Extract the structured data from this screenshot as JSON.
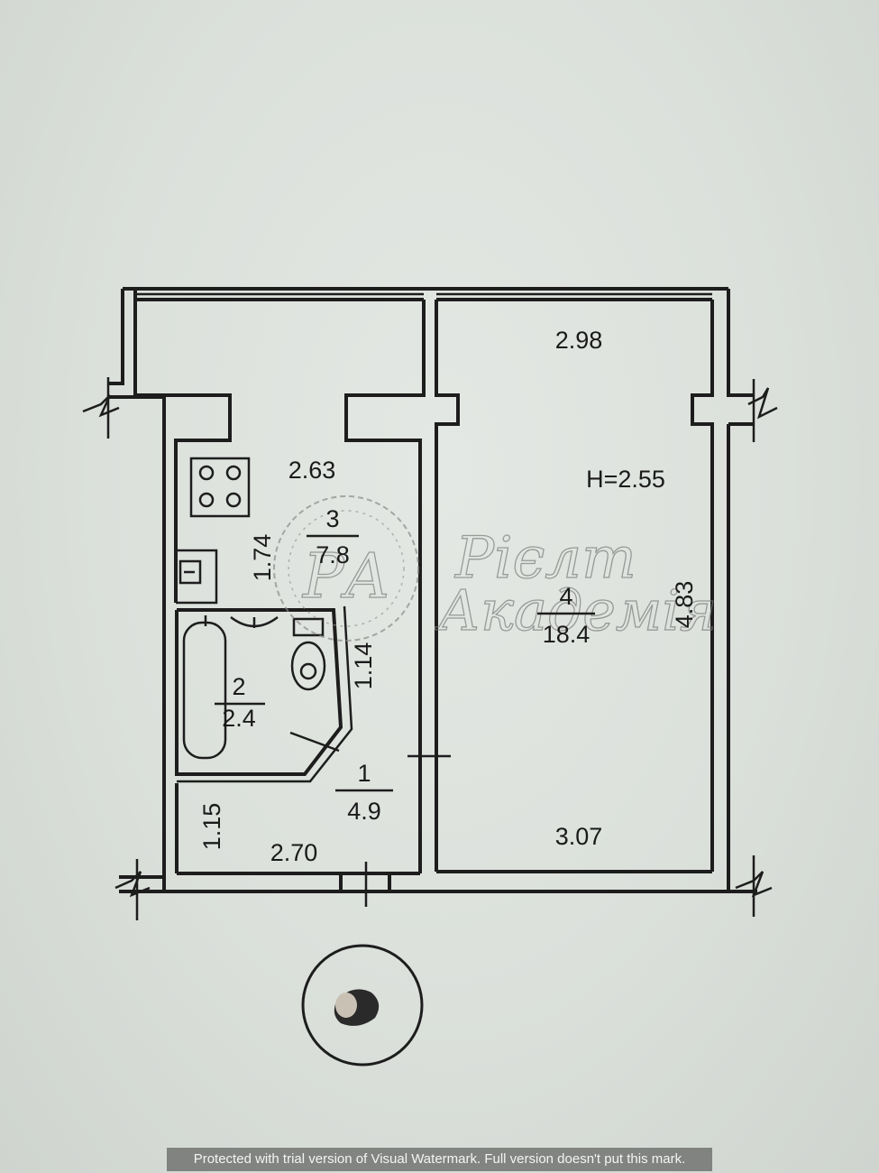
{
  "rooms": [
    {
      "number": "1",
      "area": "4.9"
    },
    {
      "number": "2",
      "area": "2.4"
    },
    {
      "number": "3",
      "area": "7.8"
    },
    {
      "number": "4",
      "area": "18.4"
    }
  ],
  "dimensions": {
    "room4_top_width": "2.98",
    "room4_bottom_width": "3.07",
    "room4_length": "4.83",
    "ceiling_height": "H=2.55",
    "kitchen_width": "2.63",
    "kitchen_depth": "1.74",
    "bath_depth": "1.14",
    "hall_depth": "1.15",
    "hall_width": "2.70"
  },
  "watermark": {
    "monogram": "РА",
    "brand_line1": "Рієлт",
    "brand_line2": "Академія",
    "notice": "Protected with trial version of Visual Watermark. Full version doesn't put this mark."
  },
  "compass_icon": "north-arrow-icon"
}
